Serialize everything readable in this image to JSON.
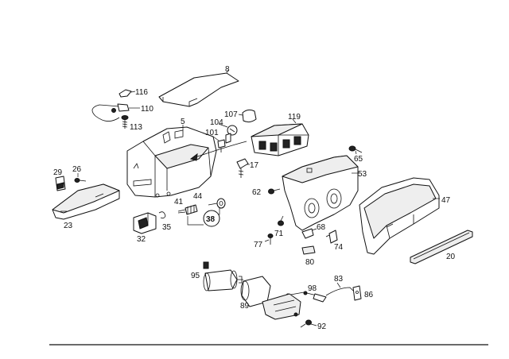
{
  "diagram": {
    "parts": [
      {
        "number": "8"
      },
      {
        "number": "116"
      },
      {
        "number": "110"
      },
      {
        "number": "113"
      },
      {
        "number": "5"
      },
      {
        "number": "107"
      },
      {
        "number": "104"
      },
      {
        "number": "101"
      },
      {
        "number": "119"
      },
      {
        "number": "17"
      },
      {
        "number": "65"
      },
      {
        "number": "53"
      },
      {
        "number": "29"
      },
      {
        "number": "26"
      },
      {
        "number": "23"
      },
      {
        "number": "41"
      },
      {
        "number": "44"
      },
      {
        "number": "38"
      },
      {
        "number": "32"
      },
      {
        "number": "35"
      },
      {
        "number": "62"
      },
      {
        "number": "71"
      },
      {
        "number": "68"
      },
      {
        "number": "77"
      },
      {
        "number": "74"
      },
      {
        "number": "80"
      },
      {
        "number": "47"
      },
      {
        "number": "20"
      },
      {
        "number": "95"
      },
      {
        "number": "98"
      },
      {
        "number": "83"
      },
      {
        "number": "86"
      },
      {
        "number": "89"
      },
      {
        "number": "92"
      }
    ]
  }
}
